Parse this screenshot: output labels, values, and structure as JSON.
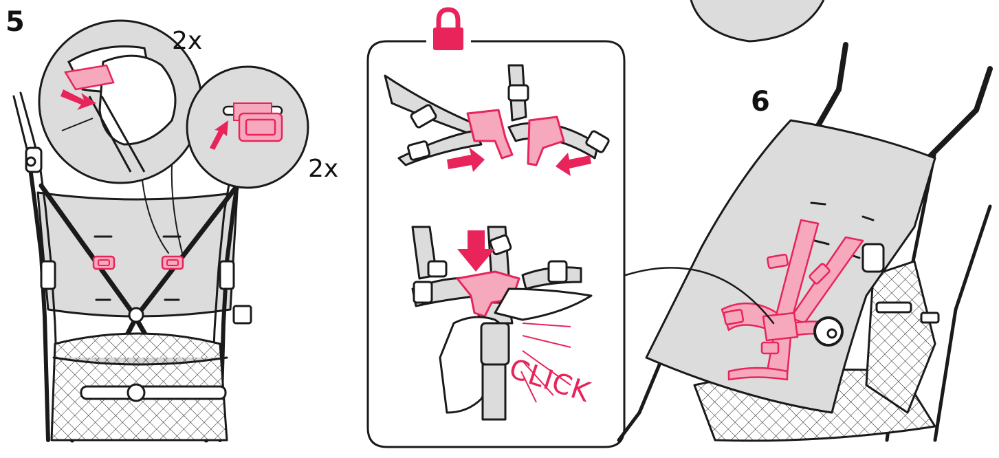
{
  "steps": {
    "left_number": "5",
    "right_number": "6"
  },
  "labels": {
    "times_a": "2x",
    "times_b": "2x",
    "click": "CLICK"
  },
  "icons": {
    "lock": "lock-icon"
  },
  "colors": {
    "accent": "#e8245a",
    "accent_light": "#f6a8bd",
    "fabric": "#dcdcdc",
    "line": "#1a1a1a"
  }
}
